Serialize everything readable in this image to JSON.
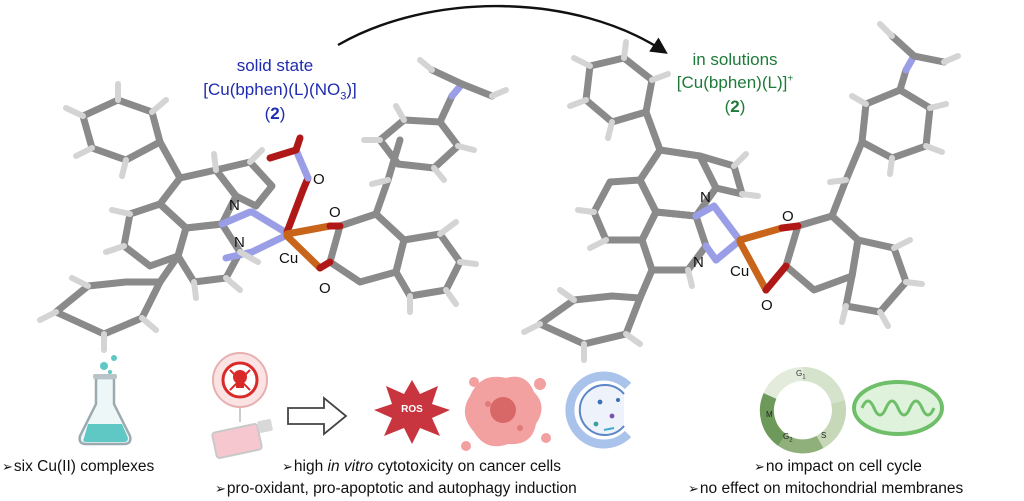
{
  "left_complex": {
    "state": "solid state",
    "formula_main": "[Cu(bphen)(L)(NO",
    "formula_sub": "3",
    "formula_tail": ")]",
    "number": "2",
    "atoms": {
      "n1": "N",
      "n2": "N",
      "cu": "Cu",
      "o1": "O",
      "o2": "O",
      "o3": "O"
    }
  },
  "right_complex": {
    "state": "in solutions",
    "formula_main": "[Cu(bphen)(L)]",
    "formula_sup": "+",
    "number": "2",
    "atoms": {
      "n1": "N",
      "n2": "N",
      "cu": "Cu",
      "o1": "O",
      "o2": "O"
    }
  },
  "icons": {
    "ros_label": "ROS",
    "cycle_g1": "G",
    "cycle_g1_sub": "1",
    "cycle_g2": "G",
    "cycle_g2_sub": "2",
    "cycle_m": "M",
    "cycle_s": "S"
  },
  "captions": {
    "bullet": "➢",
    "c1": "six Cu(II) complexes",
    "c2_pre": "high ",
    "c2_em": "in vitro",
    "c2_post": " cytotoxicity on cancer cells",
    "c3": "pro-oxidant, pro-apoptotic and autophagy induction",
    "c4": "no impact on cell cycle",
    "c5": "no effect on mitochondrial membranes"
  },
  "colors": {
    "bond_gray": "#7a7a7a",
    "nitrogen": "#9a9ee6",
    "copper": "#c8651b",
    "oxygen": "#b01818",
    "ros_red": "#c9353f",
    "flask_teal": "#5fc7c4",
    "cycle_green": "#6d9a5a",
    "mito_green": "#6fbf6a"
  }
}
